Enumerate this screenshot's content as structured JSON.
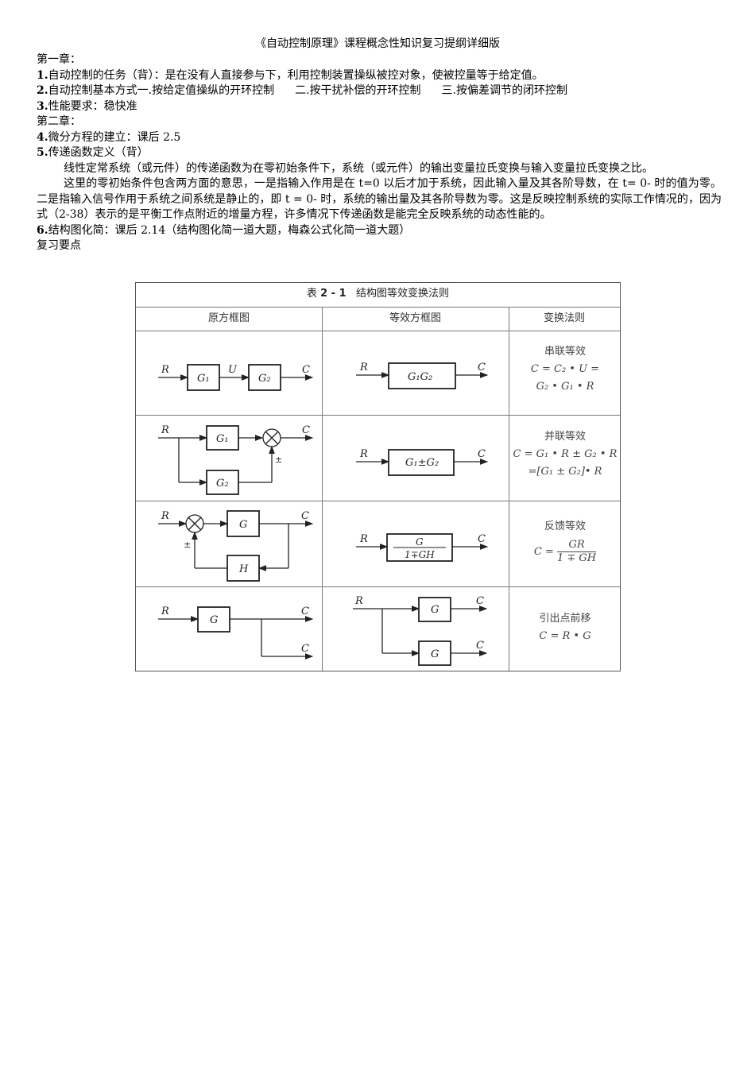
{
  "title": "《自动控制原理》课程概念性知识复习提纲详细版",
  "lines": {
    "ch1": "第一章：",
    "l1_num": "1.",
    "l1_text": "自动控制的任务（背）：是在没有人直接参与下，利用控制装置操纵被控对象，使被控量等于给定值。",
    "l2_num": "2.",
    "l2_a": "自动控制基本方式一.按给定值操纵的开环控制",
    "l2_b": "二.按干扰补偿的开环控制",
    "l2_c": "三.按偏差调节的闭环控制",
    "l3_num": "3.",
    "l3_text": "性能要求：稳快准",
    "ch2": "第二章：",
    "l4_num": "4.",
    "l4_text": "微分方程的建立：课后 2.5",
    "l5_num": "5.",
    "l5_text": "传递函数定义（背）",
    "p1": "线性定常系统（或元件）的传递函数为在零初始条件下，系统（或元件）的输出变量拉氏变换与输入变量拉氏变换之比。",
    "p2": "这里的零初始条件包含两方面的意思，一是指输入作用是在 t=0 以后才加于系统，因此输入量及其各阶导数，在 t= 0- 时的值为零。二是指输入信号作用于系统之间系统是静止的，即 t = 0- 时，系统的输出量及其各阶导数为零。这是反映控制系统的实际工作情况的，因为式（2-38）表示的是平衡工作点附近的增量方程，许多情况下传递函数是能完全反映系统的动态性能的。",
    "l6_num": "6.",
    "l6_text": "结构图化简：课后 2.14（结构图化简一道大题，梅森公式化简一道大题）",
    "review": "复习要点"
  },
  "table": {
    "caption_prefix": "表",
    "caption_num": "2 - 1",
    "caption_text": "结构图等效变换法则",
    "headers": [
      "原方框图",
      "等效方框图",
      "变换法则"
    ],
    "rows": [
      {
        "rule_name": "串联等效",
        "formula1": "C = C₂ • U =",
        "formula2": "G₂ • G₁ • R"
      },
      {
        "rule_name": "并联等效",
        "formula1": "C = G₁ • R ± G₂ • R",
        "formula2": "=[G₁ ± G₂]• R"
      },
      {
        "rule_name": "反馈等效",
        "formula_lhs": "C =",
        "formula_num": "GR",
        "formula_den": "1 ∓ GH"
      },
      {
        "rule_name": "引出点前移",
        "formula1": "C = R • G"
      }
    ],
    "diagram_labels": {
      "R": "R",
      "C": "C",
      "U": "U",
      "G1": "G₁",
      "G2": "G₂",
      "G": "G",
      "H": "H",
      "G1G2": "G₁G₂",
      "G1pmG2": "G₁±G₂",
      "pm": "±",
      "fb_num": "G",
      "fb_den": "1∓GH"
    }
  }
}
